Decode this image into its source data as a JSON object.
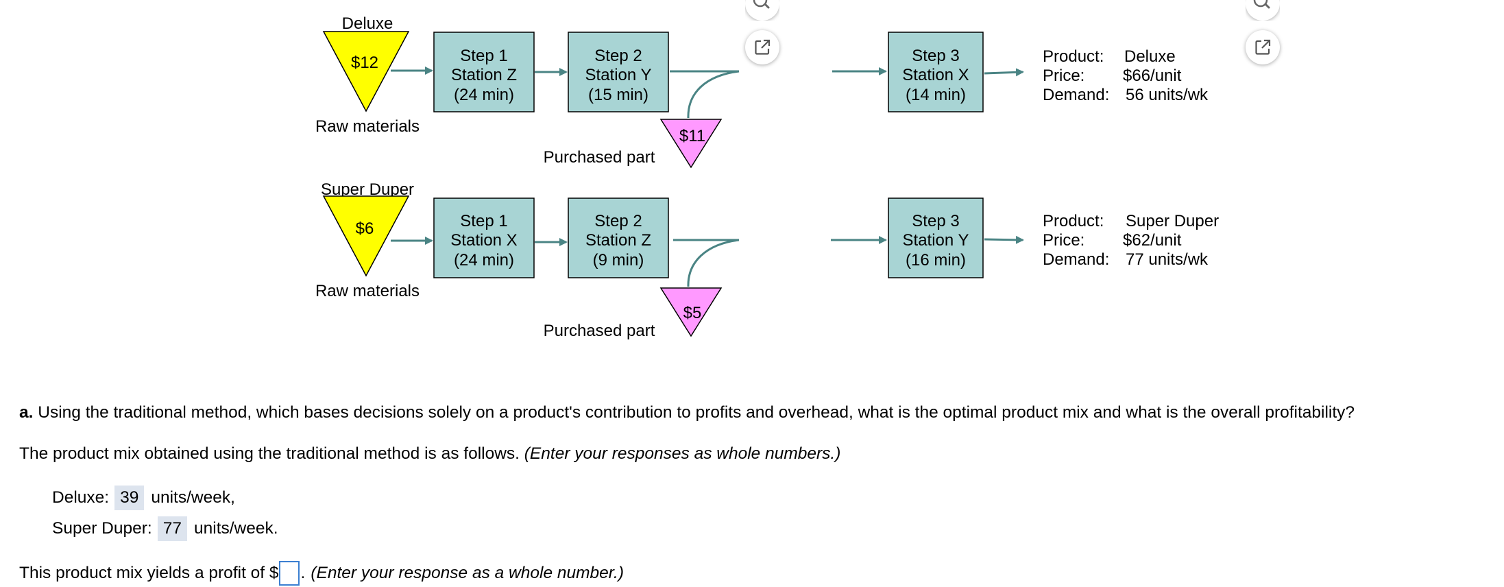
{
  "diagram": {
    "products": [
      {
        "name": "Deluxe",
        "raw_cost": "$12",
        "raw_label": "Raw materials",
        "steps": [
          {
            "step": "Step 1",
            "station": "Station Z",
            "time": "(24 min)"
          },
          {
            "step": "Step 2",
            "station": "Station Y",
            "time": "(15 min)"
          },
          {
            "step": "Step 3",
            "station": "Station X",
            "time": "(14 min)"
          }
        ],
        "purchased_cost": "$11",
        "purchased_label": "Purchased part",
        "info": {
          "product_label": "Product:",
          "product_value": "Deluxe",
          "price_label": "Price:",
          "price_value": "$66/unit",
          "demand_label": "Demand:",
          "demand_value": "56 units/wk"
        }
      },
      {
        "name": "Super Duper",
        "raw_cost": "$6",
        "raw_label": "Raw materials",
        "steps": [
          {
            "step": "Step 1",
            "station": "Station X",
            "time": "(24 min)"
          },
          {
            "step": "Step 2",
            "station": "Station Z",
            "time": "(9 min)"
          },
          {
            "step": "Step 3",
            "station": "Station Y",
            "time": "(16 min)"
          }
        ],
        "purchased_cost": "$5",
        "purchased_label": "Purchased part",
        "info": {
          "product_label": "Product:",
          "product_value": "Super Duper",
          "price_label": "Price:",
          "price_value": "$62/unit",
          "demand_label": "Demand:",
          "demand_value": "77 units/wk"
        }
      }
    ],
    "colors": {
      "raw_material": "#ffff00",
      "purchased_part": "#ff99ff",
      "station_box": "#a8d4d4",
      "arrow": "#4a8484"
    },
    "icons": [
      "zoom-icon",
      "popout-icon"
    ]
  },
  "question": {
    "part_label": "a.",
    "text": "Using the traditional method, which bases decisions solely on a product's contribution to profits and overhead, what is the optimal product mix and what is the overall profitability?",
    "mix_intro": "The product mix obtained using the traditional method is as follows.",
    "mix_hint": "(Enter your responses as whole numbers.)",
    "deluxe_label": "Deluxe:",
    "deluxe_value": "39",
    "deluxe_unit": "units/week,",
    "superduper_label": "Super Duper:",
    "superduper_value": "77",
    "superduper_unit": "units/week.",
    "profit_prefix": "This product mix yields a profit of $",
    "profit_value": "",
    "profit_suffix": ".",
    "profit_hint": "(Enter your response as a whole number.)"
  }
}
